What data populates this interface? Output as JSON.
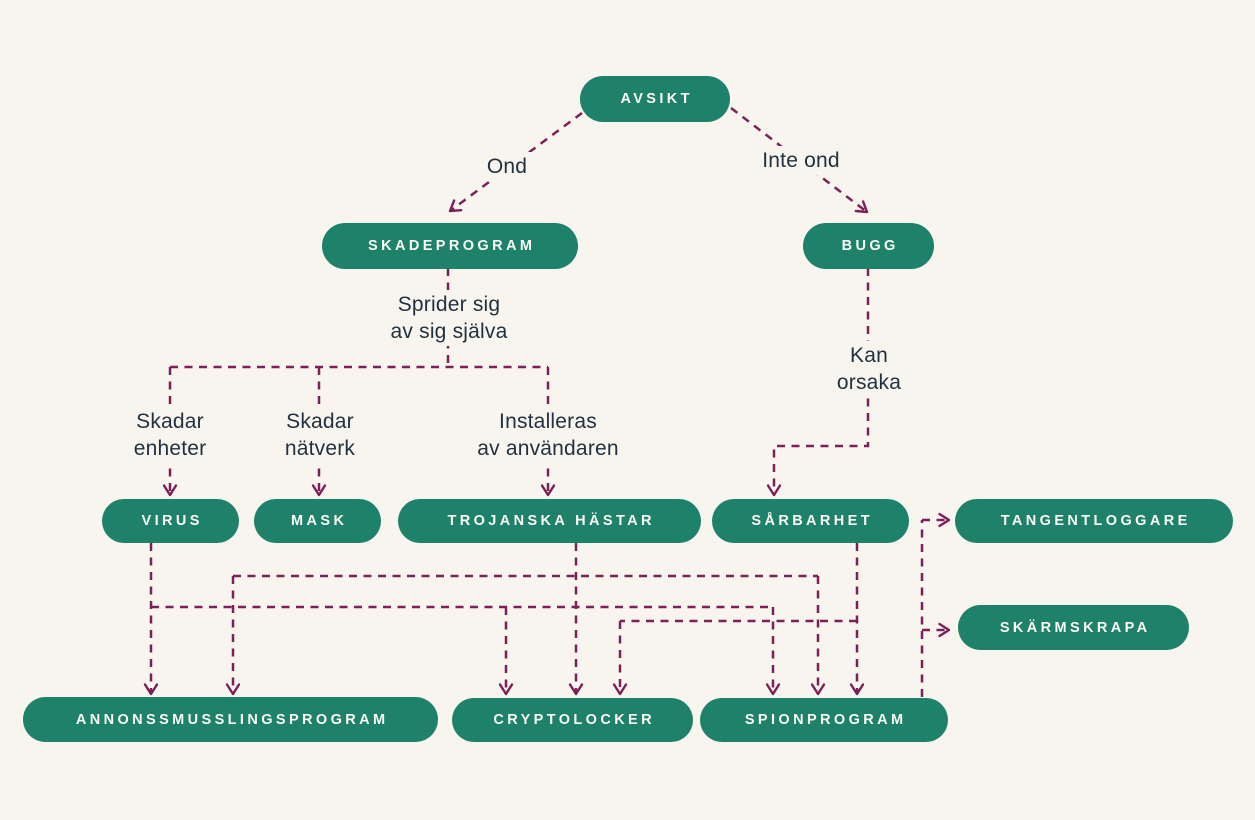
{
  "colors": {
    "page_bg": "#f8f5ee",
    "node_fill": "#1e8169",
    "node_text": "#fcfaf3",
    "edge_line": "#7d1f58",
    "label_text": "#203241"
  },
  "nodes": {
    "avsikt": {
      "label": "AVSIKT"
    },
    "skadeprogram": {
      "label": "SKADEPROGRAM"
    },
    "bugg": {
      "label": "BUGG"
    },
    "virus": {
      "label": "VIRUS"
    },
    "mask": {
      "label": "MASK"
    },
    "trojanska_hastar": {
      "label": "TROJANSKA HÄSTAR"
    },
    "sarbarhet": {
      "label": "SÅRBARHET"
    },
    "tangentloggare": {
      "label": "TANGENTLOGGARE"
    },
    "skarmskrapa": {
      "label": "SKÄRMSKRAPA"
    },
    "annonssmusslingsprogram": {
      "label": "ANNONSSMUSSLINGSPROGRAM"
    },
    "cryptolocker": {
      "label": "CRYPTOLOCKER"
    },
    "spionprogram": {
      "label": "SPIONPROGRAM"
    }
  },
  "edge_labels": {
    "ond": "Ond",
    "inte_ond": "Inte ond",
    "sprider": "Sprider sig\nav sig själva",
    "kan_orsaka": "Kan\norsaka",
    "skadar_enheter": "Skadar\nenheter",
    "skadar_natverk": "Skadar\nnätverk",
    "installeras": "Installeras\nav användaren"
  },
  "edges": [
    {
      "from": "avsikt",
      "to": "skadeprogram",
      "label": "Ond"
    },
    {
      "from": "avsikt",
      "to": "bugg",
      "label": "Inte ond"
    },
    {
      "from": "skadeprogram",
      "to": "virus",
      "label": "Skadar enheter",
      "shared_label": "Sprider sig av sig själva"
    },
    {
      "from": "skadeprogram",
      "to": "mask",
      "label": "Skadar nätverk",
      "shared_label": "Sprider sig av sig själva"
    },
    {
      "from": "skadeprogram",
      "to": "trojanska_hastar",
      "label": "Installeras av användaren",
      "shared_label": "Sprider sig av sig själva"
    },
    {
      "from": "bugg",
      "to": "sarbarhet",
      "label": "Kan orsaka"
    },
    {
      "from": "virus",
      "to": "annonssmusslingsprogram",
      "label": ""
    },
    {
      "from": "virus",
      "to": "cryptolocker",
      "label": ""
    },
    {
      "from": "virus",
      "to": "spionprogram",
      "label": ""
    },
    {
      "from": "trojanska_hastar",
      "to": "annonssmusslingsprogram",
      "label": ""
    },
    {
      "from": "trojanska_hastar",
      "to": "cryptolocker",
      "label": ""
    },
    {
      "from": "trojanska_hastar",
      "to": "spionprogram",
      "label": ""
    },
    {
      "from": "sarbarhet",
      "to": "cryptolocker",
      "label": ""
    },
    {
      "from": "sarbarhet",
      "to": "spionprogram",
      "label": ""
    },
    {
      "from": "spionprogram",
      "to": "tangentloggare",
      "label": ""
    },
    {
      "from": "spionprogram",
      "to": "skarmskrapa",
      "label": ""
    }
  ]
}
